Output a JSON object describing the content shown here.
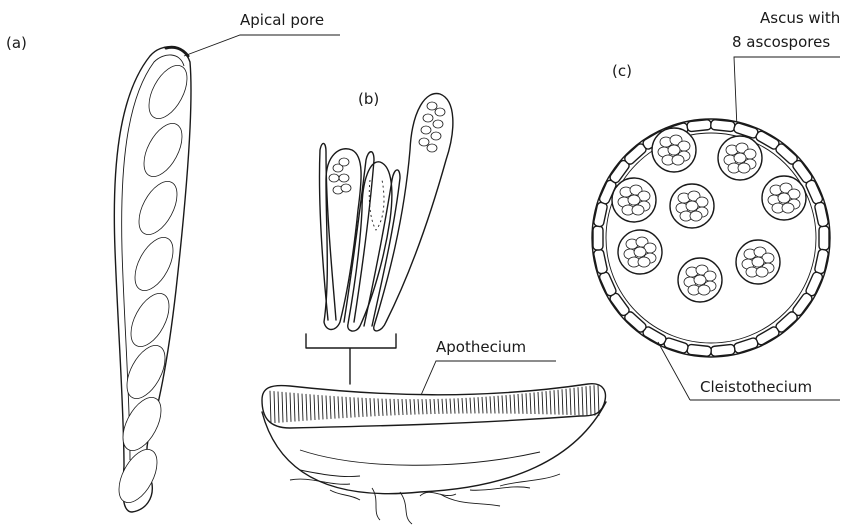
{
  "figure": {
    "panels": {
      "a": {
        "letter": "(a)",
        "label": "Apical pore",
        "spore_count": 8
      },
      "b": {
        "letter": "(b)",
        "label": "Apothecium"
      },
      "c": {
        "letter": "(c)",
        "label_line1": "Ascus with",
        "label_line2": "8 ascospores",
        "label_outer": "Cleistothecium",
        "asci_count": 8
      }
    }
  }
}
